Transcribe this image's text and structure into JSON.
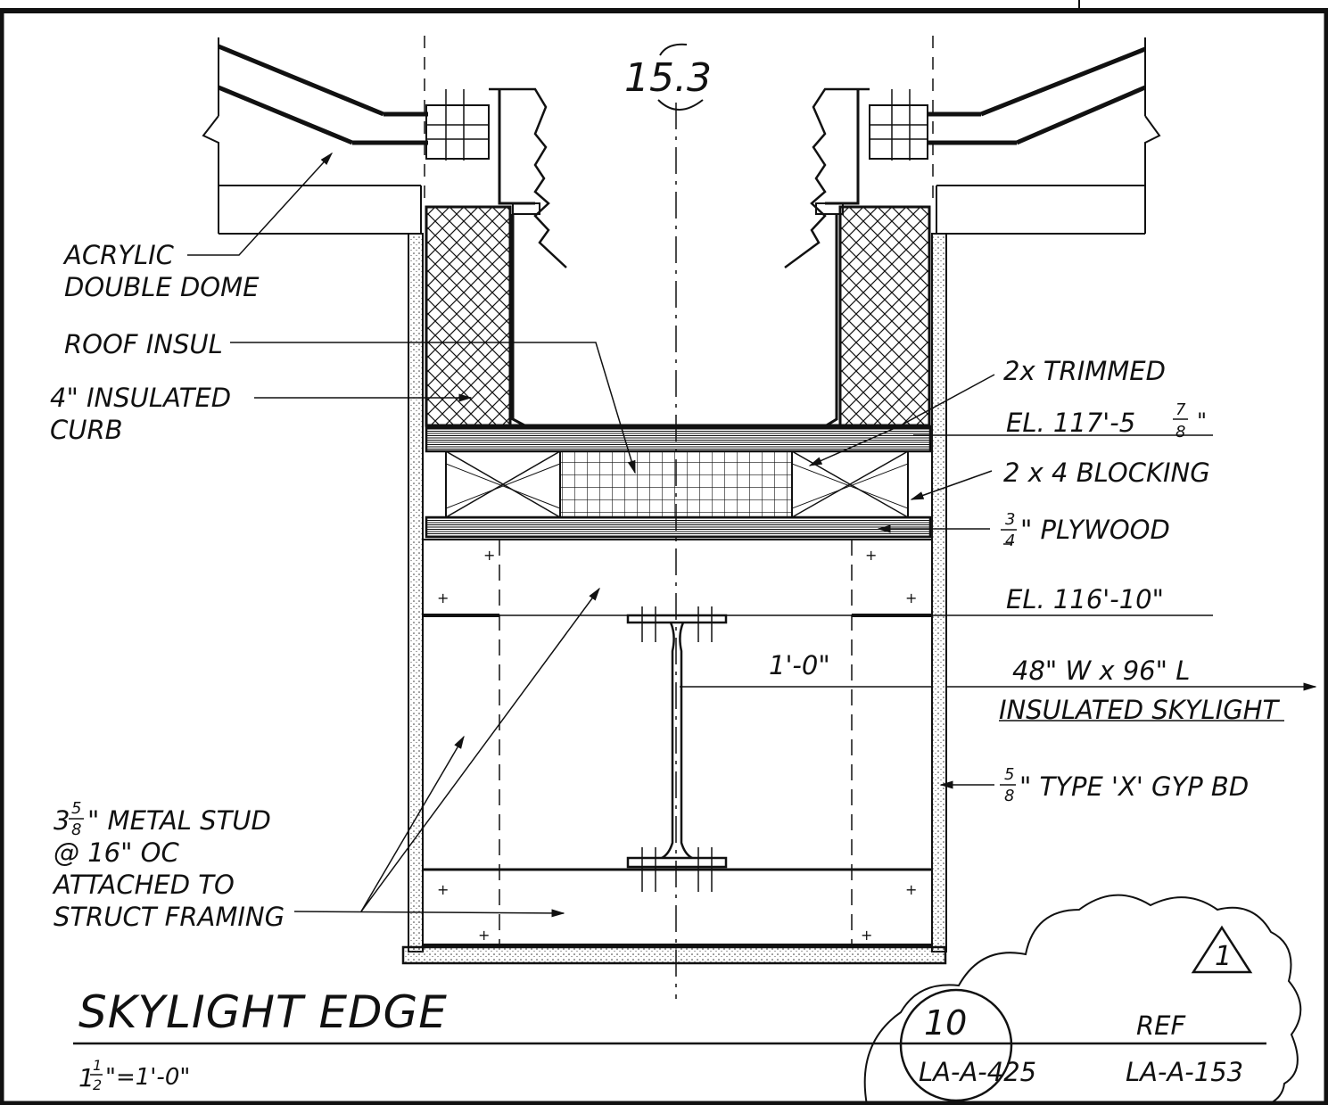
{
  "grid_marker": "15.3",
  "labels": {
    "acrylic_line1": "ACRYLIC",
    "acrylic_line2": "DOUBLE DOME",
    "roof_insul": "ROOF INSUL",
    "curb_line1": "4\" INSULATED",
    "curb_line2": "CURB",
    "trimmed": "2x TRIMMED",
    "el_top_prefix": "EL. 117'-5",
    "el_top_num": "7",
    "el_top_den": "8",
    "el_top_suffix": "\"",
    "blocking": "2 x 4 BLOCKING",
    "plywood_num": "3",
    "plywood_den": "4",
    "plywood_text": "\" PLYWOOD",
    "el_bottom": "EL. 116'-10\"",
    "dimension": "1'-0\"",
    "skylight_line1": "48\" W x 96\" L",
    "skylight_line2": "INSULATED SKYLIGHT",
    "gyp_num": "5",
    "gyp_den": "8",
    "gyp_text": "\" TYPE 'X' GYP BD",
    "stud_whole": "3",
    "stud_num": "5",
    "stud_den": "8",
    "stud_line1": "\" METAL STUD",
    "stud_line2": "@ 16\" OC",
    "stud_line3": "ATTACHED TO",
    "stud_line4": "STRUCT FRAMING"
  },
  "title": {
    "text": "SKYLIGHT EDGE",
    "scale_whole": "1",
    "scale_num": "1",
    "scale_den": "2",
    "scale_rest": "\"=1'-0\""
  },
  "revision": {
    "mark": "1"
  },
  "reference": {
    "detail_number": "10",
    "sheet": "LA-A-425",
    "ref_label": "REF",
    "ref_sheet": "LA-A-153"
  }
}
